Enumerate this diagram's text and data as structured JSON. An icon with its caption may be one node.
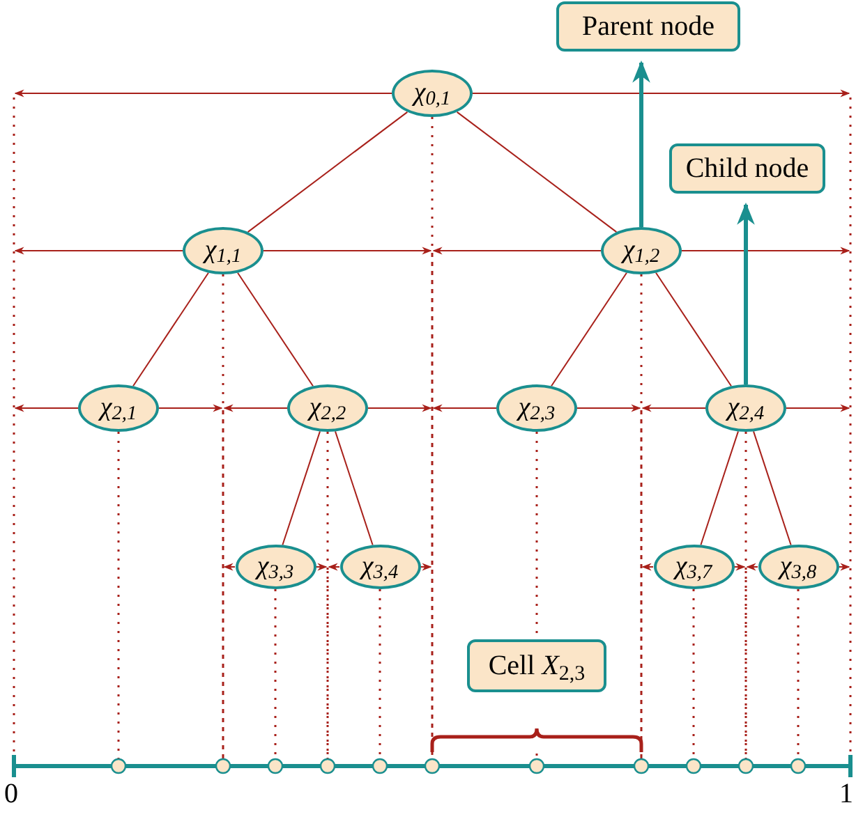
{
  "diagram": {
    "nodes": [
      {
        "text": [
          "Parent node"
        ]
      },
      {
        "text": [
          "Child node"
        ]
      },
      {
        "text": [
          "χ$_{0,1}$"
        ]
      },
      {
        "text": [
          "χ$_{1,1}$"
        ]
      },
      {
        "text": [
          "χ$_{1,2}$"
        ]
      },
      {
        "text": [
          "χ$_{2,1}$"
        ]
      },
      {
        "text": [
          "χ$_{2,2}$"
        ]
      },
      {
        "text": [
          "χ$_{2,3}$"
        ]
      },
      {
        "text": [
          "χ$_{2,4}$"
        ]
      },
      {
        "text": [
          "χ$_{3,3}$"
        ]
      },
      {
        "text": [
          "χ$_{3,4}$"
        ]
      },
      {
        "text": [
          "χ$_{3,7}$"
        ]
      },
      {
        "text": [
          "χ$_{3,8}$"
        ]
      },
      {
        "text": [
          "Cell *X*$_{2,3}$"
        ]
      }
    ],
    "edges": [
      {
        "from": 2,
        "to": 3,
        "arrow": "none"
      },
      {
        "from": 2,
        "to": 4,
        "arrow": "none"
      },
      {
        "from": 3,
        "to": 5,
        "arrow": "none"
      },
      {
        "from": 3,
        "to": 6,
        "arrow": "none"
      },
      {
        "from": 4,
        "to": 7,
        "arrow": "none"
      },
      {
        "from": 4,
        "to": 8,
        "arrow": "none"
      },
      {
        "from": 6,
        "to": 9,
        "arrow": "none"
      },
      {
        "from": 6,
        "to": 10,
        "arrow": "none"
      },
      {
        "from": 8,
        "to": 11,
        "arrow": "none"
      },
      {
        "from": 8,
        "to": 12,
        "arrow": "none"
      },
      {
        "from": 4,
        "to": 0,
        "arrow": "to",
        "style": "thick",
        "color": "#1a8f8f"
      },
      {
        "from": 8,
        "to": 1,
        "arrow": "to",
        "style": "thick",
        "color": "#1a8f8f"
      }
    ],
    "labels": [
      "0",
      "1"
    ]
  }
}
